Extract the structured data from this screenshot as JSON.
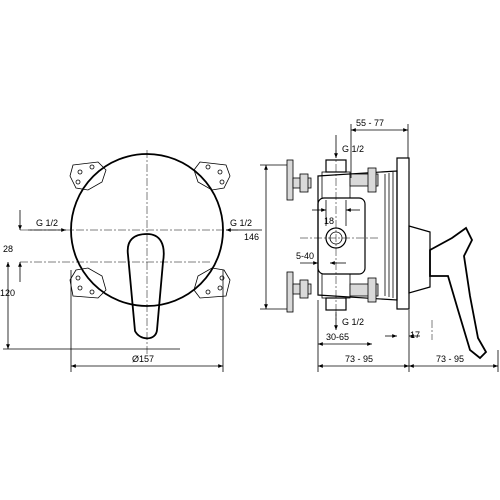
{
  "front_view": {
    "inlet_left": "G 1/2",
    "inlet_right": "G 1/2",
    "dim_offset_28": "28",
    "dim_height_120": "120",
    "dim_diameter": "Ø157"
  },
  "side_view": {
    "dim_depth_top": "55 - 77",
    "port_top": "G 1/2",
    "dim_height_146": "146",
    "dim_port_18": "18",
    "dim_range_5_40": "5-40",
    "port_bottom": "G 1/2",
    "dim_17": "17",
    "dim_30_65": "30-65",
    "dim_left_73_95": "73 - 95",
    "dim_right_73_95": "73 - 95"
  }
}
